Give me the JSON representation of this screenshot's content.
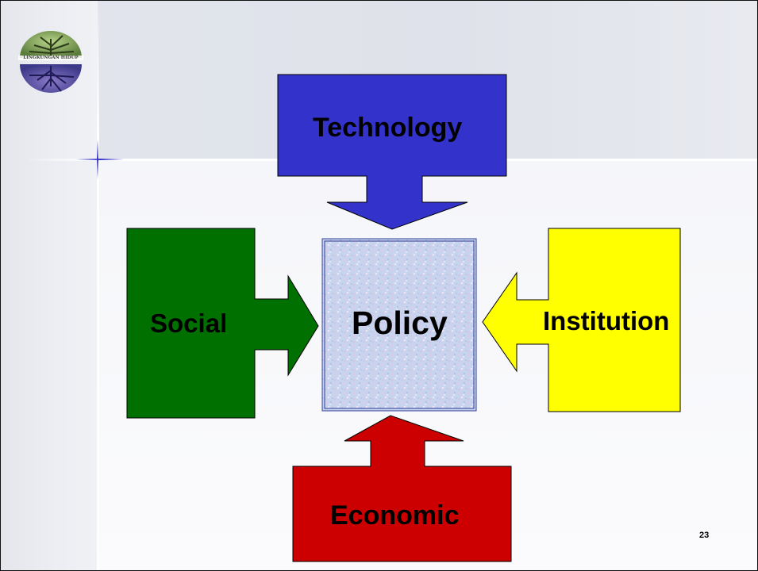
{
  "logo": {
    "text": "LINGKUNGAN HIDUP",
    "icon": "tree-globe-logo"
  },
  "center": {
    "label": "Policy",
    "icon": "speckled-texture-box"
  },
  "forces": [
    {
      "label": "Technology",
      "color": "#3333cc",
      "direction": "down"
    },
    {
      "label": "Social",
      "color": "#007000",
      "direction": "right"
    },
    {
      "label": "Institution",
      "color": "#ffff00",
      "direction": "left"
    },
    {
      "label": "Economic",
      "color": "#cc0000",
      "direction": "up"
    }
  ],
  "page_number": "23"
}
